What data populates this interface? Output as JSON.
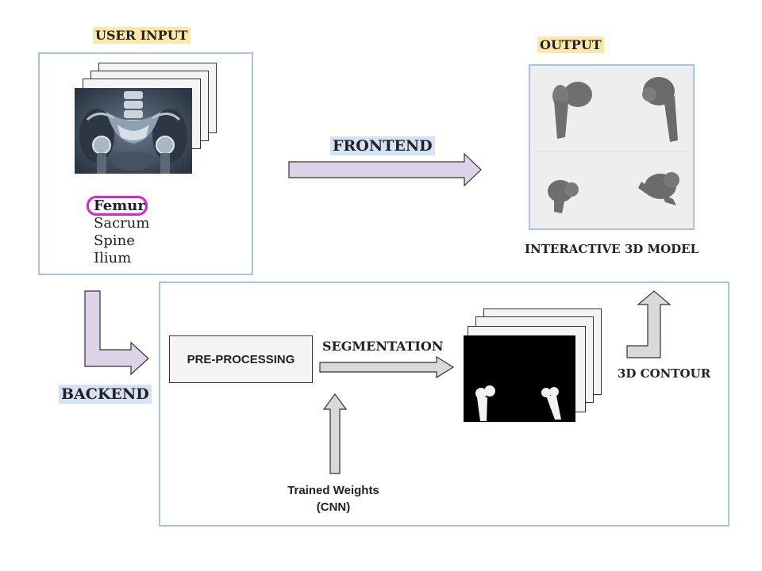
{
  "diagram": {
    "user_input_label": "USER INPUT",
    "output_label": "OUTPUT",
    "frontend_label": "FRONTEND",
    "backend_label": "BACKEND",
    "organs": [
      "Femur",
      "Sacrum",
      "Spine",
      "Ilium"
    ],
    "selected_organ": "Femur",
    "interactive_model_label": "INTERACTIVE 3D MODEL",
    "preprocessing_label": "PRE-PROCESSING",
    "segmentation_label": "SEGMENTATION",
    "contour_label": "3D CONTOUR",
    "weights_label_line1": "Trained Weights",
    "weights_label_line2": "(CNN)",
    "colors": {
      "frame_border": "#a8c3ea",
      "user_highlight": "#fde8a8",
      "output_highlight": "#fde8a8",
      "frontend_highlight": "#d6e2f6",
      "backend_highlight": "#d6e2f6",
      "selection_ring": "#e020d8",
      "arrow_purple": "#dcd3e8",
      "arrow_gray": "#d9d9d9"
    }
  }
}
